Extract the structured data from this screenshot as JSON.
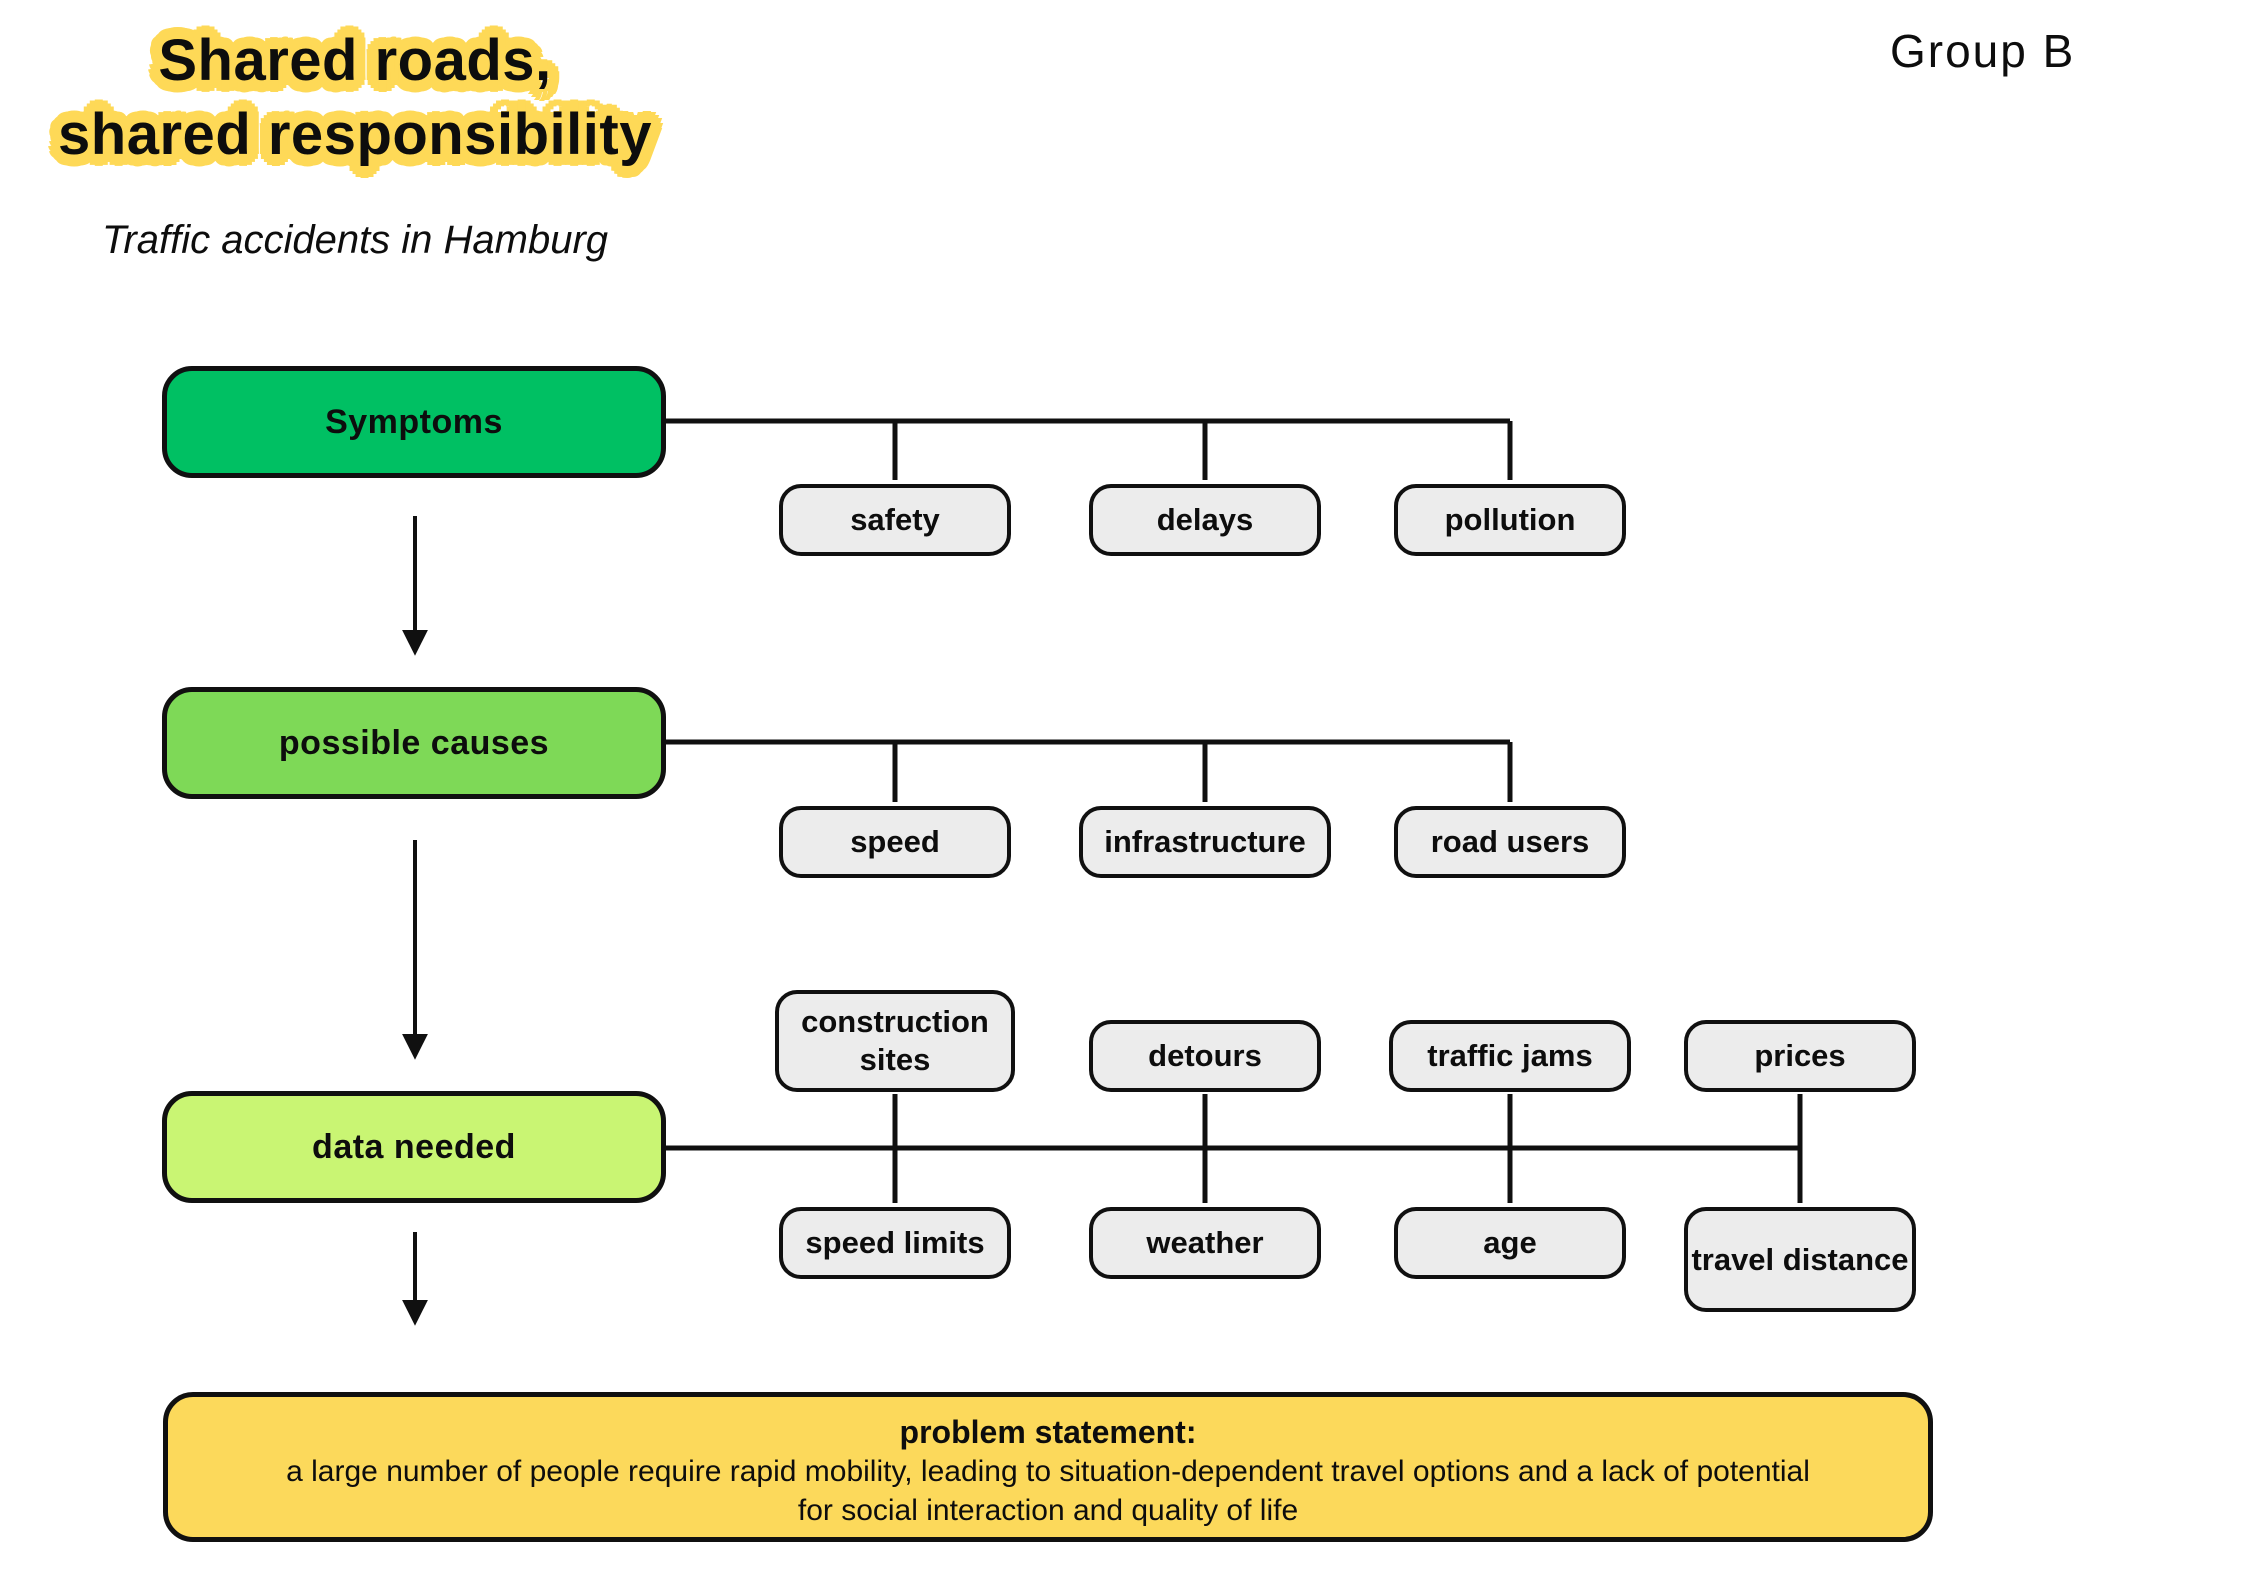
{
  "header": {
    "title_line1": "Shared roads,",
    "title_line2": "shared responsibility",
    "subtitle": "Traffic accidents in Hamburg",
    "group_label": "Group B"
  },
  "stages": [
    {
      "label": "Symptoms",
      "color": "#00c063"
    },
    {
      "label": "possible causes",
      "color": "#7ed957"
    },
    {
      "label": "data needed",
      "color": "#c9f573"
    }
  ],
  "branches": {
    "symptoms": [
      "safety",
      "delays",
      "pollution"
    ],
    "possible_causes": [
      "speed",
      "infrastructure",
      "road users"
    ],
    "data_needed_top": [
      "construction sites",
      "detours",
      "traffic jams",
      "prices"
    ],
    "data_needed_bottom": [
      "speed limits",
      "weather",
      "age",
      "travel distance"
    ]
  },
  "problem": {
    "heading": "problem statement:",
    "body": "a large number of people require rapid mobility, leading to situation-dependent travel options and a lack of potential for social interaction and quality of life",
    "color": "#fcd95b"
  },
  "palette": {
    "background": "#ffffff",
    "pill_bg": "#ececec",
    "outline": "#101010",
    "title_highlight": "#fed957"
  }
}
